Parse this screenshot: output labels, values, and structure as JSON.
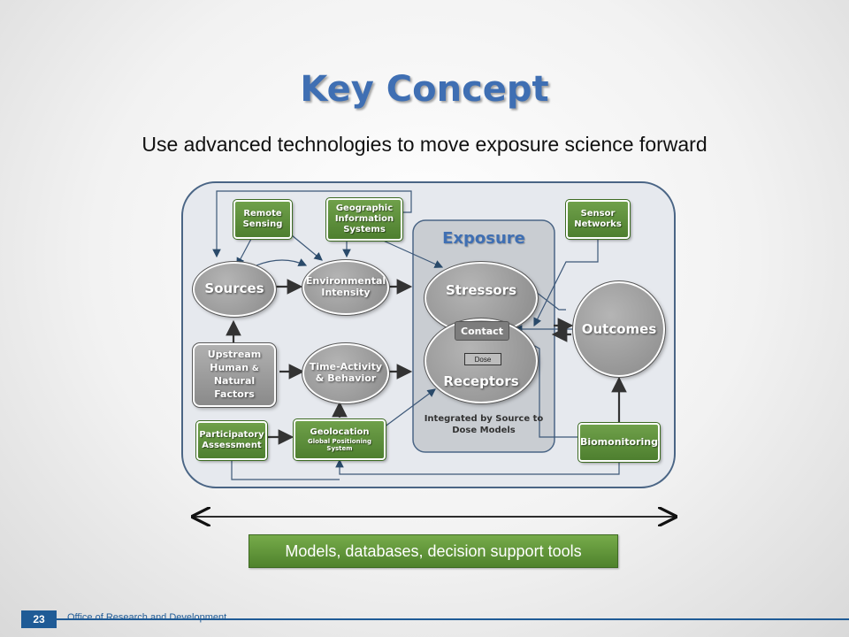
{
  "slide": {
    "title": "Key Concept",
    "subtitle": "Use advanced technologies to move exposure science forward",
    "page_number": "23",
    "footer": "Office of Research and Development",
    "models_box": "Models, databases, decision support tools"
  },
  "diagram": {
    "remote_sensing": "Remote Sensing",
    "gis": "Geographic Information Systems",
    "sensor_networks": "Sensor Networks",
    "exposure": "Exposure",
    "sources": "Sources",
    "environmental_intensity": "Environmental Intensity",
    "stressors": "Stressors",
    "contact": "Contact",
    "dose": "Dose",
    "receptors": "Receptors",
    "outcomes": "Outcomes",
    "upstream_line1": "Upstream",
    "upstream_human": "Human",
    "upstream_amp": "&",
    "upstream_line3": "Natural",
    "upstream_line4": "Factors",
    "time_activity": "Time-Activity & Behavior",
    "integrated": "Integrated by Source to Dose Models",
    "participatory": "Participatory Assessment",
    "geolocation": "Geolocation",
    "geolocation_sub1": "Global Positioning",
    "geolocation_sub2": "System",
    "biomonitoring": "Biomonitoring"
  },
  "colors": {
    "title_blue": "#3f6fb3",
    "green_box": "#5a8c3a",
    "grey_node": "#9a9a9a",
    "footer_blue": "#1f5b96"
  }
}
